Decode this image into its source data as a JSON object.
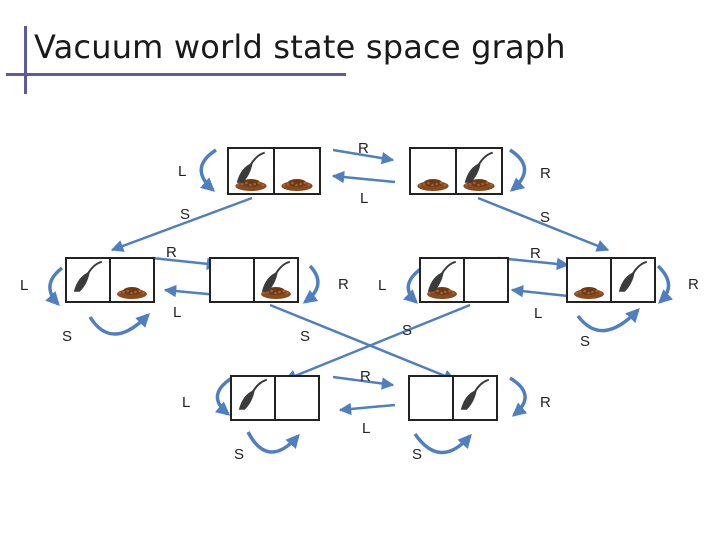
{
  "title": "Vacuum world state space graph",
  "colors": {
    "accent_bar": "#5d5a9e",
    "arrow": "#4f7fbf",
    "dirt": "#8a4a1e"
  },
  "states": [
    {
      "id": "top-left",
      "vacuum": "left",
      "dirt_left": true,
      "dirt_right": true
    },
    {
      "id": "top-right",
      "vacuum": "right",
      "dirt_left": true,
      "dirt_right": true
    },
    {
      "id": "mid-a",
      "vacuum": "left",
      "dirt_left": false,
      "dirt_right": true
    },
    {
      "id": "mid-b",
      "vacuum": "right",
      "dirt_left": false,
      "dirt_right": true
    },
    {
      "id": "mid-c",
      "vacuum": "left",
      "dirt_left": true,
      "dirt_right": false
    },
    {
      "id": "mid-d",
      "vacuum": "right",
      "dirt_left": true,
      "dirt_right": false
    },
    {
      "id": "bot-left",
      "vacuum": "left",
      "dirt_left": false,
      "dirt_right": false
    },
    {
      "id": "bot-right",
      "vacuum": "right",
      "dirt_left": false,
      "dirt_right": false
    }
  ],
  "labels": {
    "top_r_arrow": "R",
    "top_l_arrow": "L",
    "top_left_loop": "L",
    "top_right_loop": "R",
    "top_left_suck": "S",
    "top_right_suck": "S",
    "mid_a_loop": "L",
    "mid_a_suck": "S",
    "mid_ab_r": "R",
    "mid_ab_l": "L",
    "mid_b_r_loop": "R",
    "mid_b_suck": "S",
    "mid_c_l_loop": "L",
    "mid_c_suck": "S",
    "mid_cd_r": "R",
    "mid_cd_l": "L",
    "mid_d_r_loop": "R",
    "mid_d_suck": "S",
    "bot_r_arrow": "R",
    "bot_l_arrow": "L",
    "bot_left_loop": "L",
    "bot_right_loop": "R",
    "bot_left_suck": "S",
    "bot_right_suck": "S"
  }
}
